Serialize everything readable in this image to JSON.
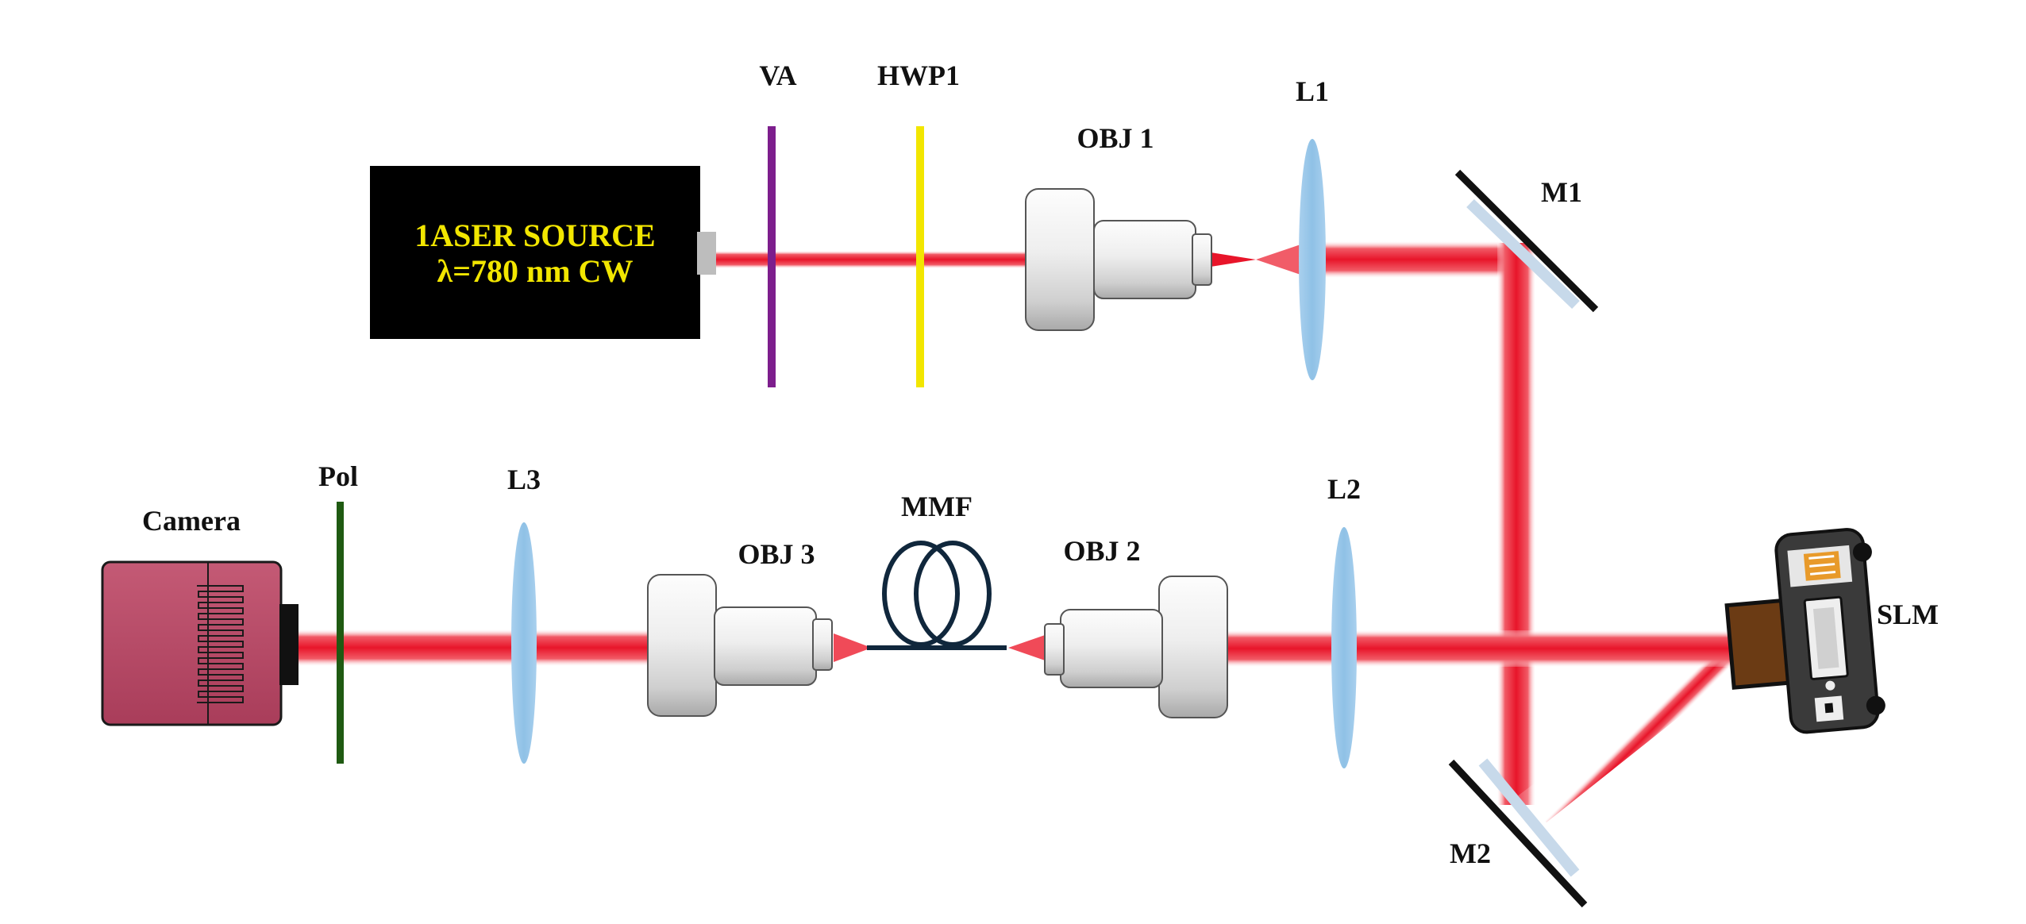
{
  "colors": {
    "beam": "#e8152a",
    "lens": "#8fc1e6",
    "mirror_glass": "#c7d9ea",
    "mirror_back": "#111111",
    "va": "#7d1e8d",
    "hwp": "#f2e600",
    "polarizer": "#1f5a12",
    "fiber": "#10273c",
    "source_box": "#000000",
    "source_text": "#f2e600",
    "camera_body": "#b84a66",
    "slm_body": "#3a3a3a",
    "slm_connector": "#6b3b14"
  },
  "icons": {
    "laser": "laser-source-box",
    "camera": "camera-icon",
    "slm": "slm-device-icon",
    "fiber": "fiber-coil-icon",
    "objective": "objective-lens-icon"
  },
  "labels": {
    "source_line1": "1ASER SOURCE",
    "source_line2": "λ=780 nm CW",
    "va": "VA",
    "hwp1": "HWP1",
    "obj1": "OBJ 1",
    "l1": "L1",
    "m1": "M1",
    "pol": "Pol",
    "l3": "L3",
    "camera": "Camera",
    "obj3": "OBJ 3",
    "mmf": "MMF",
    "obj2": "OBJ 2",
    "l2": "L2",
    "slm": "SLM",
    "m2": "M2"
  }
}
